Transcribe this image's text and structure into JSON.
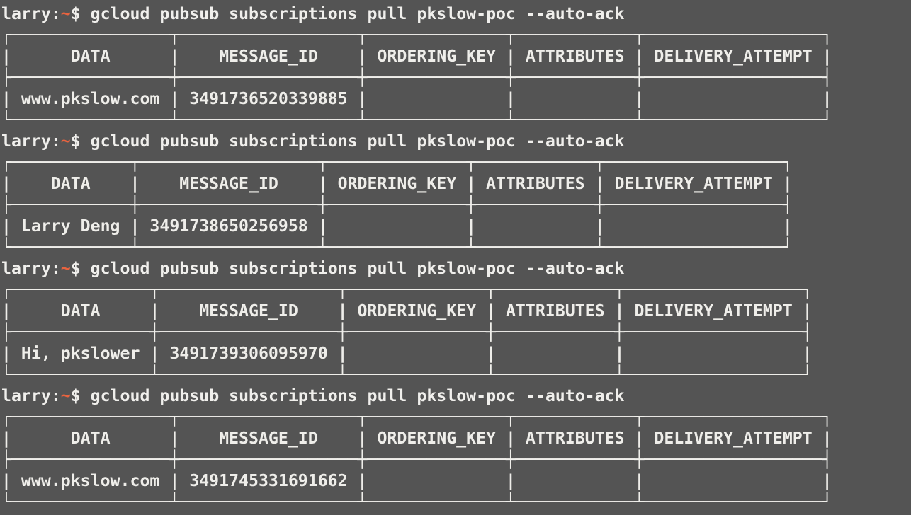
{
  "terminal": {
    "colors": {
      "background": "#545454",
      "text": "#f0efec",
      "prompt_path_accent": "#e8633f",
      "table_border": "#efeeea"
    },
    "prompt": {
      "user": "larry",
      "separator": ":",
      "path": "~",
      "symbol": "$"
    },
    "table_columns": [
      "DATA",
      "MESSAGE_ID",
      "ORDERING_KEY",
      "ATTRIBUTES",
      "DELIVERY_ATTEMPT"
    ],
    "blocks": [
      {
        "command": "gcloud pubsub subscriptions pull pkslow-poc --auto-ack",
        "row": [
          "www.pkslow.com",
          "3491736520339885",
          "",
          "",
          ""
        ]
      },
      {
        "command": "gcloud pubsub subscriptions pull pkslow-poc --auto-ack",
        "row": [
          "Larry Deng",
          "3491738650256958",
          "",
          "",
          ""
        ]
      },
      {
        "command": "gcloud pubsub subscriptions pull pkslow-poc --auto-ack",
        "row": [
          "Hi, pkslower",
          "3491739306095970",
          "",
          "",
          ""
        ]
      },
      {
        "command": "gcloud pubsub subscriptions pull pkslow-poc --auto-ack",
        "row": [
          "www.pkslow.com",
          "3491745331691662",
          "",
          "",
          ""
        ]
      }
    ]
  }
}
